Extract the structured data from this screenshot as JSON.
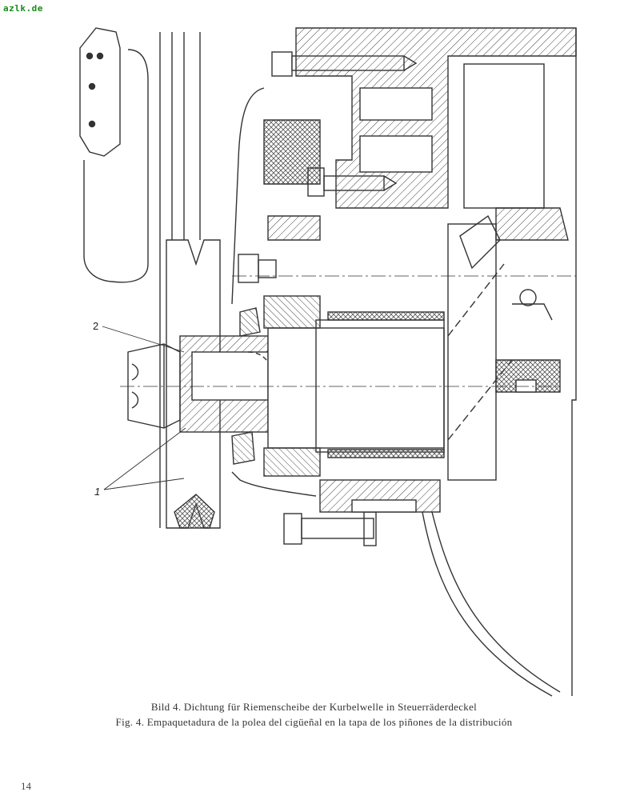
{
  "watermark": "azlk.de",
  "figure": {
    "callouts": {
      "label_2": "2",
      "label_1": "1"
    },
    "caption_de": "Bild 4. Dichtung für Riemenscheibe der Kurbelwelle in Steuerräderdeckel",
    "caption_es": "Fig. 4. Empaquetadura de la polea del cigüeñal en la tapa de los piñones de la distribución"
  },
  "page_number": "14"
}
